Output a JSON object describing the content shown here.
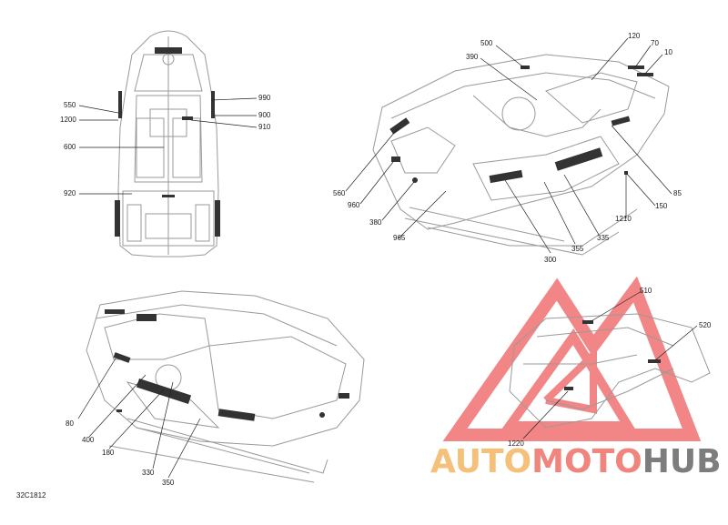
{
  "diagram": {
    "code": "32C1812",
    "brand": {
      "part1": "AUTO",
      "part2": "MOTO",
      "part3": "HUB"
    },
    "colors": {
      "stroke": "#9a9a9a",
      "leader": "#222222",
      "logo_red": "#ee5e5e",
      "brand_orange": "#f5c07a",
      "brand_red": "#f0857e",
      "brand_gray": "#7d7d7d"
    },
    "labels": {
      "l550": "550",
      "l1200": "1200",
      "l600": "600",
      "l920": "920",
      "l990": "990",
      "l900": "900",
      "l910": "910",
      "l500": "500",
      "l390": "390",
      "l120": "120",
      "l70": "70",
      "l10": "10",
      "l560": "560",
      "l960": "960",
      "l380": "380",
      "l965": "965",
      "l300": "300",
      "l355": "355",
      "l335": "335",
      "l1210": "1210",
      "l150": "150",
      "l85": "85",
      "l80": "80",
      "l400": "400",
      "l180": "180",
      "l330": "330",
      "l350": "350",
      "l510": "510",
      "l520": "520",
      "l1220": "1220"
    }
  }
}
